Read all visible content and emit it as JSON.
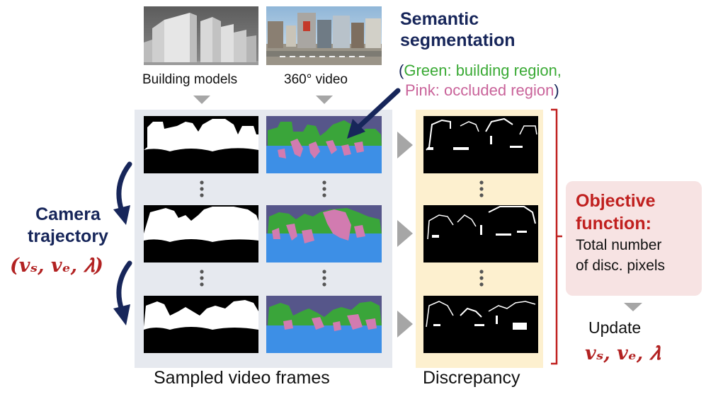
{
  "inputs": {
    "building_models_label": "Building models",
    "video_label": "360° video"
  },
  "semantic": {
    "title_line1": "Semantic",
    "title_line2": "segmentation",
    "paren_open": "(",
    "green_text": "Green: building region,",
    "pink_text": "Pink: occluded region",
    "paren_close": ")"
  },
  "camera": {
    "line1": "Camera",
    "line2": "trajectory",
    "params": "(𝒗ₛ, 𝒗ₑ, 𝜆)"
  },
  "bottom": {
    "sampled_label": "Sampled video frames",
    "discrepancy_label": "Discrepancy"
  },
  "objective": {
    "title_line1": "Objective",
    "title_line2": "function:",
    "body_line1": "Total number",
    "body_line2": "of disc. pixels"
  },
  "update": {
    "label": "Update",
    "params": "𝒗ₛ, 𝒗ₑ, 𝜆"
  },
  "colors": {
    "panel_bg": "#e6e9ef",
    "discrepancy_bg": "#fdf0cf",
    "objective_bg": "#f7e3e3",
    "segmentation_sky": "#56568a",
    "segmentation_building": "#3aa53a",
    "segmentation_occluded": "#d27bb0",
    "segmentation_ground": "#3d8fe6",
    "arrow_navy": "#17265a",
    "bracket_red": "#c0201f",
    "arrow_gray": "#a6a6a6"
  }
}
